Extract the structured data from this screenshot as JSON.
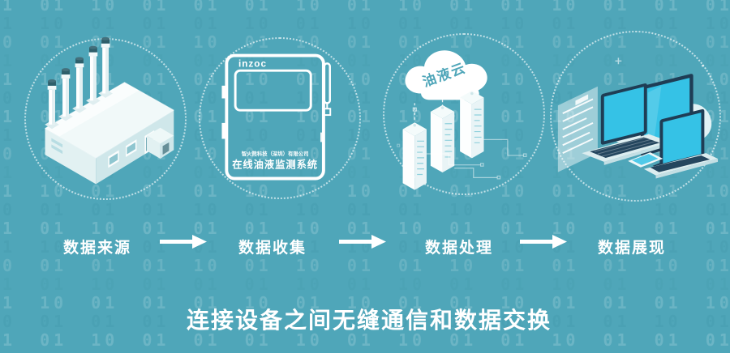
{
  "background": {
    "color": "#4fa6b9",
    "pattern_row": "01 01 10 01 01 01 10 01 10 01 01 10 01 01 01 10 01 01 10 01 01 10 01 01 01 10 01 01 10 01 01 01 10 01",
    "rows": 19
  },
  "title": "连接设备之间无缝通信和数据交换",
  "stages": [
    {
      "label": "数据来源",
      "illustration": "factory"
    },
    {
      "label": "数据收集",
      "illustration": "monitoring-device"
    },
    {
      "label": "数据处理",
      "illustration": "cloud-servers"
    },
    {
      "label": "数据展现",
      "illustration": "display-devices"
    }
  ],
  "device": {
    "logo": "inzoc",
    "company": "智火熊科技（深圳）有限公司",
    "system": "在线油液监测系统"
  },
  "cloud": {
    "label": "油液云"
  },
  "colors": {
    "bg": "#4fa6b9",
    "white": "#ffffff",
    "screen": "#35c2e6",
    "frame": "#1f3d55",
    "cap": "#2e5f6b",
    "illus-light": "#eef8f8",
    "illus-mid": "#dfeff1",
    "illus-shade": "#cfe7ea",
    "cloud-tint": "#e9f6f8"
  }
}
